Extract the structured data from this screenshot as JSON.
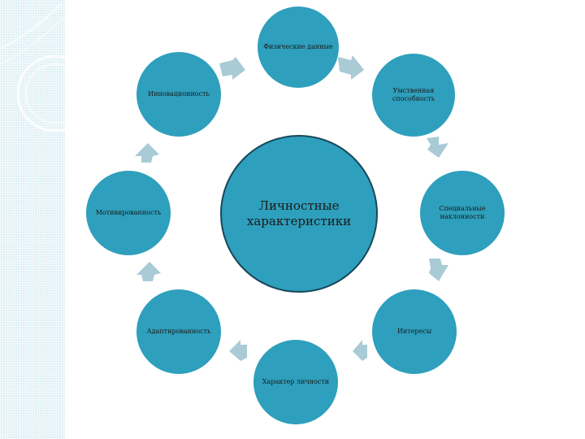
{
  "diagram": {
    "center_label": "Личностные характеристики",
    "nodes": [
      {
        "id": "top",
        "label": "Физические данные"
      },
      {
        "id": "upper-right",
        "label": "Умственная способность"
      },
      {
        "id": "right",
        "label": "Специальные наклонности"
      },
      {
        "id": "lower-right",
        "label": "Интересы"
      },
      {
        "id": "bottom",
        "label": "Характер личности"
      },
      {
        "id": "lower-left",
        "label": "Адаптированность"
      },
      {
        "id": "left",
        "label": "Мотивированность"
      },
      {
        "id": "upper-left",
        "label": "Инновационность"
      }
    ],
    "colors": {
      "node_fill": "#2e9fbc",
      "center_border": "#16485a",
      "arrow_fill": "#a8cbd6",
      "background_band": "#dff0f6"
    }
  }
}
